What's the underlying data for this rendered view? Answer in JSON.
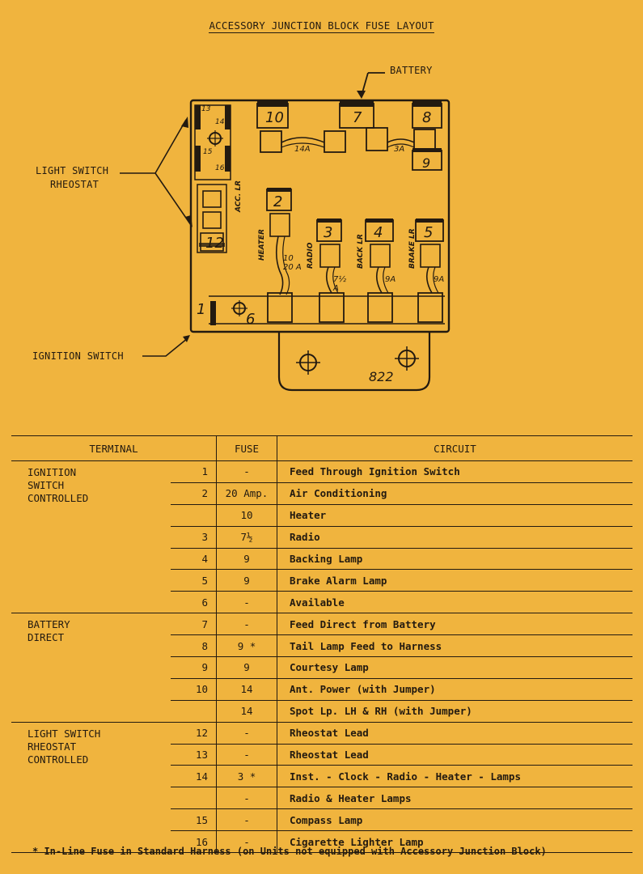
{
  "title": "ACCESSORY JUNCTION BLOCK FUSE LAYOUT",
  "callouts": {
    "battery": "BATTERY",
    "light_switch_line1": "LIGHT SWITCH",
    "light_switch_line2": "RHEOSTAT",
    "ignition_switch": "IGNITION SWITCH"
  },
  "diagram_labels": {
    "slots": [
      "1",
      "2",
      "3",
      "4",
      "5",
      "6",
      "7",
      "8",
      "9",
      "10",
      "12",
      "13",
      "14",
      "15",
      "16"
    ],
    "acc_lr": "ACC. LR",
    "heater": "HEATER",
    "radio": "RADIO",
    "back_lr": "BACK LR",
    "brake_lr": "BRAKE LR",
    "fuse_14a": "14A",
    "fuse_3a": "3A",
    "fuse_10_20a": "10\n20 A",
    "fuse_7_5a": "7½\nA",
    "fuse_9a_a": "9A",
    "fuse_9a_b": "9A",
    "part_number": "822"
  },
  "table": {
    "headers": {
      "terminal": "TERMINAL",
      "fuse": "FUSE",
      "circuit": "CIRCUIT"
    },
    "groups": [
      {
        "name": [
          "IGNITION",
          "SWITCH",
          "CONTROLLED"
        ],
        "rows": [
          {
            "terminal": "1",
            "fuse": "-",
            "circuit": "Feed Through Ignition Switch"
          },
          {
            "terminal": "2",
            "fuse": "20 Amp.",
            "circuit": "Air Conditioning"
          },
          {
            "terminal": "",
            "fuse": "10",
            "circuit": "Heater"
          },
          {
            "terminal": "3",
            "fuse": "7½",
            "circuit": "Radio"
          },
          {
            "terminal": "4",
            "fuse": "9",
            "circuit": "Backing Lamp"
          },
          {
            "terminal": "5",
            "fuse": "9",
            "circuit": "Brake Alarm Lamp"
          },
          {
            "terminal": "6",
            "fuse": "-",
            "circuit": "Available"
          }
        ]
      },
      {
        "name": [
          "BATTERY",
          "DIRECT"
        ],
        "rows": [
          {
            "terminal": "7",
            "fuse": "-",
            "circuit": "Feed Direct from Battery"
          },
          {
            "terminal": "8",
            "fuse": "9 *",
            "circuit": "Tail Lamp Feed to Harness"
          },
          {
            "terminal": "9",
            "fuse": "9",
            "circuit": "Courtesy Lamp"
          },
          {
            "terminal": "10",
            "fuse": "14",
            "circuit": "Ant. Power (with Jumper)"
          },
          {
            "terminal": "",
            "fuse": "14",
            "circuit": "Spot Lp. LH & RH (with Jumper)"
          }
        ]
      },
      {
        "name": [
          "LIGHT SWITCH",
          "RHEOSTAT",
          "CONTROLLED"
        ],
        "rows": [
          {
            "terminal": "12",
            "fuse": "-",
            "circuit": "Rheostat Lead"
          },
          {
            "terminal": "13",
            "fuse": "-",
            "circuit": "Rheostat Lead"
          },
          {
            "terminal": "14",
            "fuse": "3 *",
            "circuit": "Inst. - Clock - Radio - Heater - Lamps"
          },
          {
            "terminal": "",
            "fuse": "-",
            "circuit": "Radio & Heater Lamps"
          },
          {
            "terminal": "15",
            "fuse": "-",
            "circuit": "Compass Lamp"
          },
          {
            "terminal": "16",
            "fuse": "-",
            "circuit": "Cigarette Lighter Lamp"
          }
        ]
      }
    ]
  },
  "footnote": "* In-Line Fuse in Standard Harness (on Units not equipped with Accessory Junction Block)",
  "colors": {
    "paper": "#f0b43e",
    "ink": "#231a10"
  }
}
